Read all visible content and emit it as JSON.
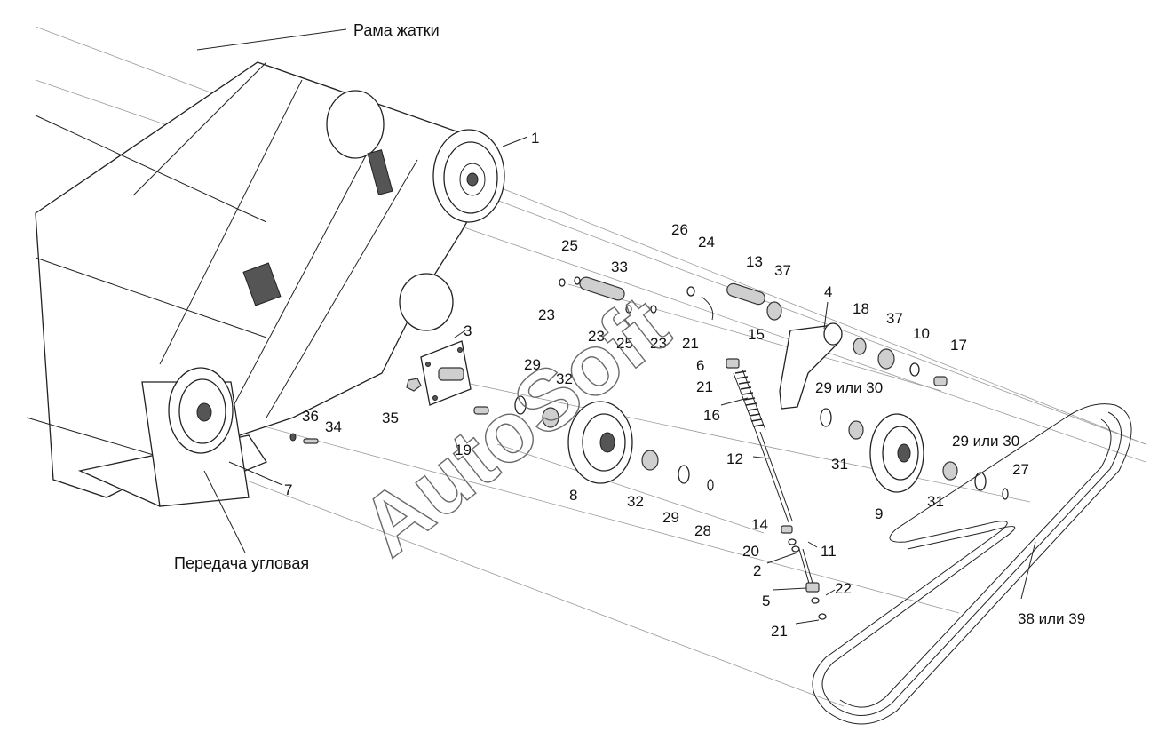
{
  "captions": {
    "frame": "Рама жатки",
    "angular_gear": "Передача угловая"
  },
  "watermark": "AutoSoft",
  "callouts": [
    {
      "id": "c1",
      "text": "1"
    },
    {
      "id": "c2",
      "text": "2"
    },
    {
      "id": "c3",
      "text": "3"
    },
    {
      "id": "c4",
      "text": "4"
    },
    {
      "id": "c5",
      "text": "5"
    },
    {
      "id": "c6",
      "text": "6"
    },
    {
      "id": "c7",
      "text": "7"
    },
    {
      "id": "c8",
      "text": "8"
    },
    {
      "id": "c9",
      "text": "9"
    },
    {
      "id": "c10",
      "text": "10"
    },
    {
      "id": "c11",
      "text": "11"
    },
    {
      "id": "c12",
      "text": "12"
    },
    {
      "id": "c13",
      "text": "13"
    },
    {
      "id": "c14",
      "text": "14"
    },
    {
      "id": "c15",
      "text": "15"
    },
    {
      "id": "c16",
      "text": "16"
    },
    {
      "id": "c17",
      "text": "17"
    },
    {
      "id": "c18",
      "text": "18"
    },
    {
      "id": "c19",
      "text": "19"
    },
    {
      "id": "c20",
      "text": "20"
    },
    {
      "id": "c21a",
      "text": "21"
    },
    {
      "id": "c21b",
      "text": "21"
    },
    {
      "id": "c21c",
      "text": "21"
    },
    {
      "id": "c22",
      "text": "22"
    },
    {
      "id": "c23a",
      "text": "23"
    },
    {
      "id": "c23b",
      "text": "23"
    },
    {
      "id": "c23c",
      "text": "23"
    },
    {
      "id": "c24",
      "text": "24"
    },
    {
      "id": "c25a",
      "text": "25"
    },
    {
      "id": "c25b",
      "text": "25"
    },
    {
      "id": "c26",
      "text": "26"
    },
    {
      "id": "c27",
      "text": "27"
    },
    {
      "id": "c28",
      "text": "28"
    },
    {
      "id": "c29a",
      "text": "29"
    },
    {
      "id": "c29b",
      "text": "29"
    },
    {
      "id": "c29c",
      "text": "29 или 30"
    },
    {
      "id": "c29d",
      "text": "29 или 30"
    },
    {
      "id": "c31a",
      "text": "31"
    },
    {
      "id": "c31b",
      "text": "31"
    },
    {
      "id": "c32a",
      "text": "32"
    },
    {
      "id": "c32b",
      "text": "32"
    },
    {
      "id": "c33",
      "text": "33"
    },
    {
      "id": "c34",
      "text": "34"
    },
    {
      "id": "c35",
      "text": "35"
    },
    {
      "id": "c36",
      "text": "36"
    },
    {
      "id": "c37a",
      "text": "37"
    },
    {
      "id": "c37b",
      "text": "37"
    },
    {
      "id": "c38",
      "text": "38 или 39"
    }
  ]
}
